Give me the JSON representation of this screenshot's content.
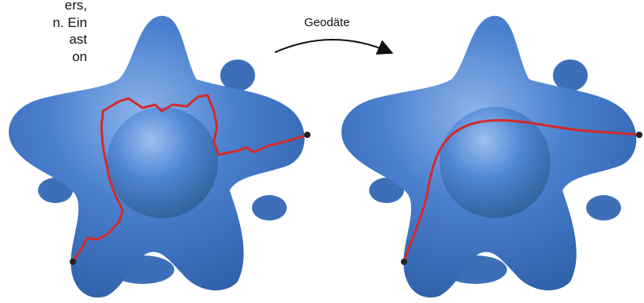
{
  "text_fragment": {
    "lines": [
      "ers,",
      "n. Ein",
      "ast",
      "on"
    ]
  },
  "arrow": {
    "label": "Geodäte"
  },
  "colors": {
    "shape_fill": "#4a80cf",
    "shape_shadow": "#2f5fa8",
    "shape_highlight": "#8db3ea",
    "path_color": "#d42a2a",
    "point_color": "#222222"
  },
  "panels": [
    {
      "name": "left-star",
      "path_style": "jagged"
    },
    {
      "name": "right-star",
      "path_style": "smooth"
    }
  ]
}
